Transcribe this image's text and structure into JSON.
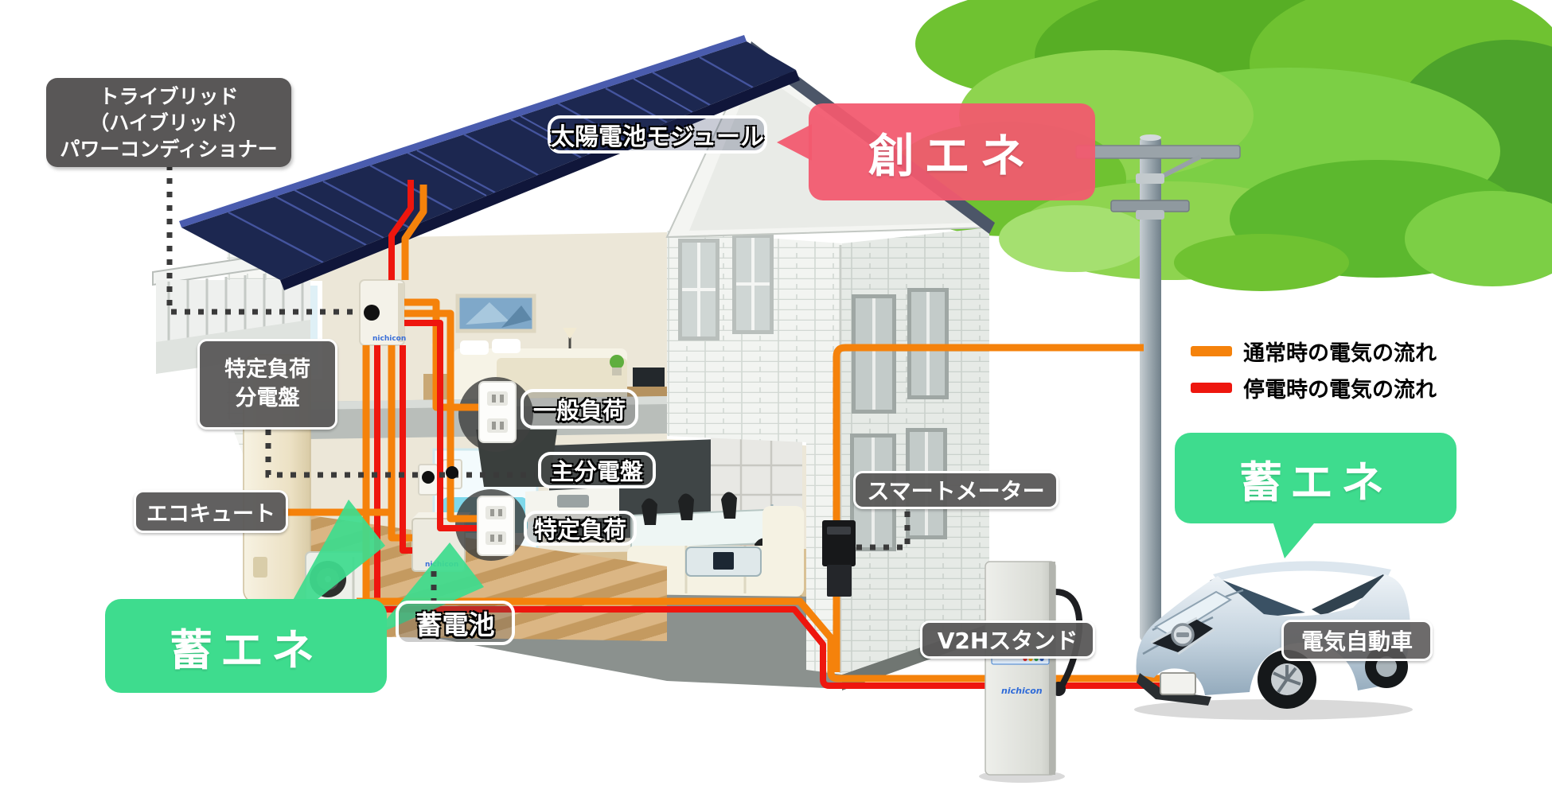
{
  "callouts": {
    "power_conditioner": [
      "トライブリッド",
      "（ハイブリッド）",
      "パワーコンディショナー"
    ],
    "solar_module": "太陽電池モジュール",
    "create_energy": "創エネ",
    "store_energy_left": "蓄エネ",
    "store_energy_right": "蓄エネ",
    "specific_load_panel": [
      "特定負荷",
      "分電盤"
    ],
    "ecocute": "エコキュート",
    "general_load": "一般負荷",
    "main_panel": "主分電盤",
    "specific_load": "特定負荷",
    "battery": "蓄電池",
    "smart_meter": "スマートメーター",
    "v2h_stand": "V2Hスタンド",
    "ev_car": "電気自動車"
  },
  "legend": {
    "normal_flow": "通常時の電気の流れ",
    "outage_flow": "停電時の電気の流れ"
  },
  "brand": "nichicon",
  "colors": {
    "c-orange": "#F5820B",
    "c-red": "#EE160E",
    "c-pink": "#F2596E",
    "c-green": "#3EDC8E",
    "c-labelgray": "#595757",
    "c-roofnavy": "#1C2750"
  }
}
